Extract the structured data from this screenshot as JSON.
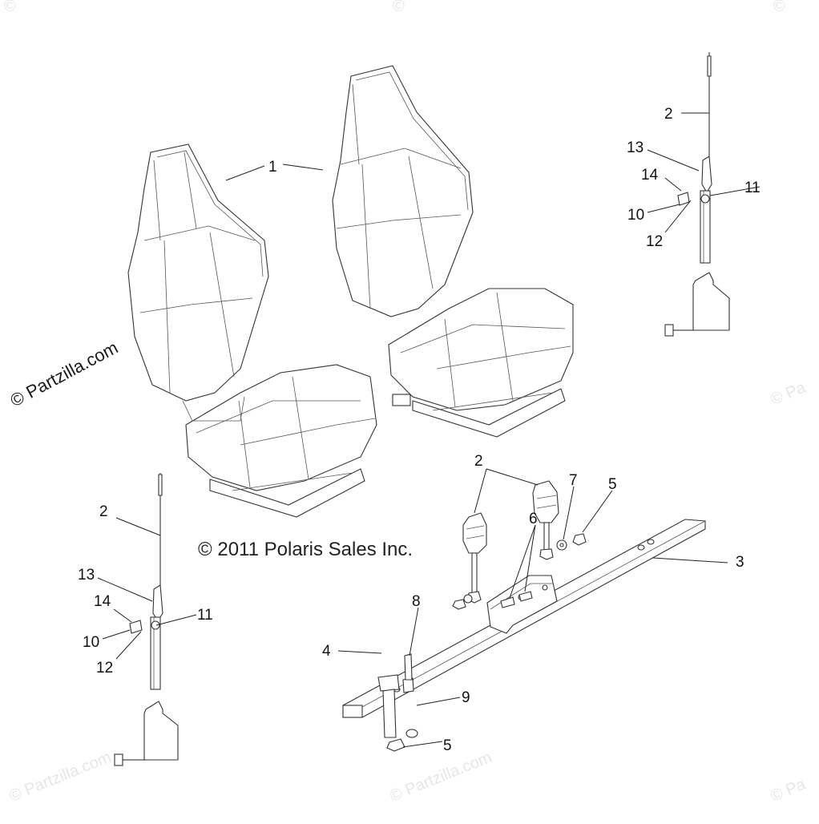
{
  "copyright": "© 2011 Polaris Sales Inc.",
  "watermarks": {
    "main": "© Partzilla.com",
    "faint_a": "© Partzilla.com",
    "faint_b": "© Pa"
  },
  "callouts": {
    "seat": "1",
    "belt_upper_right": "2",
    "belt_left": "2",
    "buckle": "2",
    "crossbar": "3",
    "bolt": "4",
    "nut_right": "5",
    "nut_bottom": "5",
    "screws": "6",
    "washer": "7",
    "plug": "8",
    "washer_bottom": "9",
    "r_13": "13",
    "r_14": "14",
    "r_11": "11",
    "r_10": "10",
    "r_12": "12",
    "l_13": "13",
    "l_14": "14",
    "l_11": "11",
    "l_10": "10",
    "l_12": "12"
  },
  "colors": {
    "line": "#222222",
    "watermark": "#e6e6e6",
    "background": "#ffffff"
  }
}
